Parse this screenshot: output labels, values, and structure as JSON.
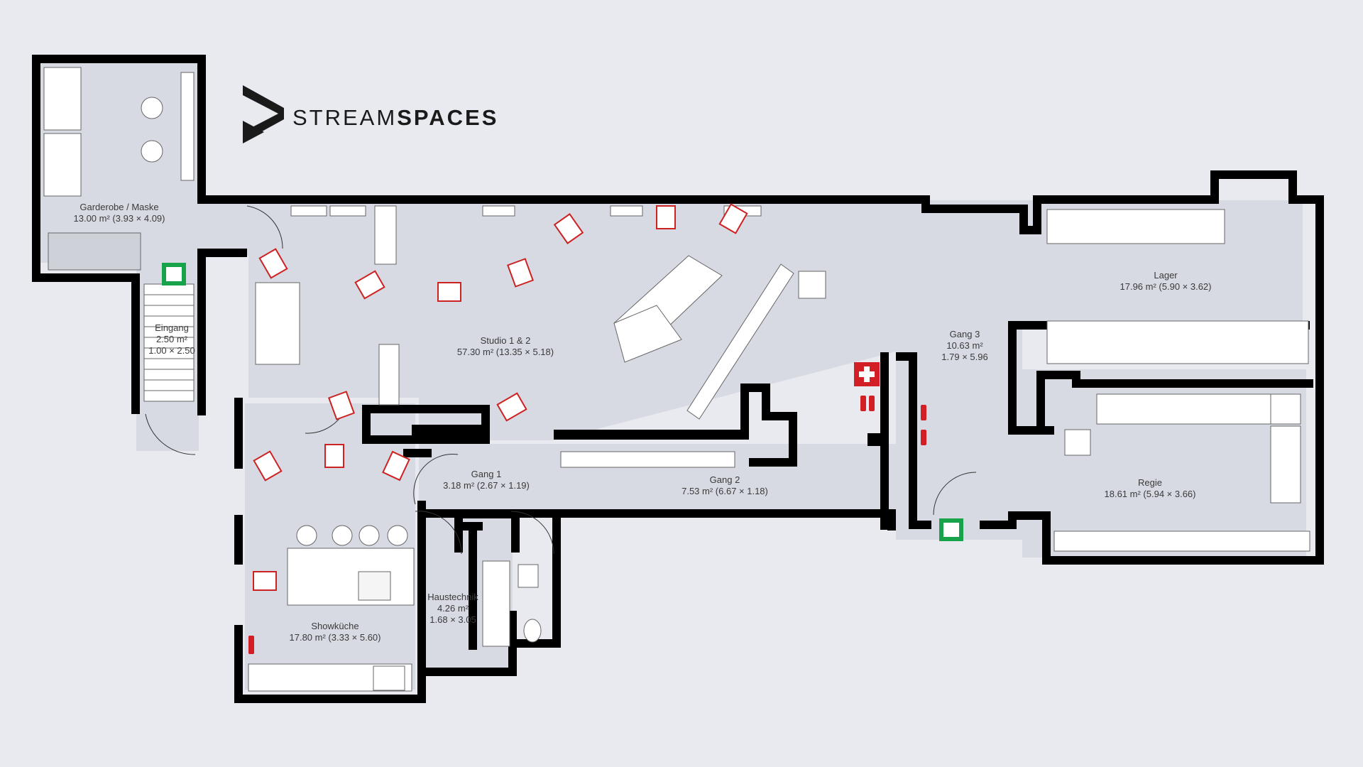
{
  "brand": {
    "name_light": "STREAM",
    "name_bold": "SPACES"
  },
  "colors": {
    "background": "#e8eaf0",
    "floor": "#d8dae3",
    "wall": "#000000",
    "furniture": "#ffffff",
    "light": "#cc2222",
    "exit_sign": "#16a34a",
    "first_aid": "#d21f26"
  },
  "icons": [
    "emergency-exit-icon",
    "first-aid-icon",
    "fire-extinguisher-icon",
    "studio-light-icon"
  ],
  "rooms": {
    "garderobe": {
      "name": "Garderobe / Maske",
      "area": "13.00 m² (3.93 × 4.09)"
    },
    "eingang": {
      "name": "Eingang",
      "area": "2.50 m²",
      "dims": "1.00 × 2.50"
    },
    "studio": {
      "name": "Studio 1 & 2",
      "area": "57.30 m² (13.35 × 5.18)"
    },
    "gang1": {
      "name": "Gang 1",
      "area": "3.18 m² (2.67 × 1.19)"
    },
    "gang2": {
      "name": "Gang 2",
      "area": "7.53 m² (6.67 × 1.18)"
    },
    "gang3": {
      "name": "Gang 3",
      "area": "10.63 m²",
      "dims": "1.79 × 5.96"
    },
    "lager": {
      "name": "Lager",
      "area": "17.96 m² (5.90 × 3.62)"
    },
    "regie": {
      "name": "Regie",
      "area": "18.61 m² (5.94 × 3.66)"
    },
    "showkueche": {
      "name": "Showküche",
      "area": "17.80 m² (3.33 × 5.60)"
    },
    "haustechnik": {
      "name": "Haustechnik",
      "area": "4.26 m²",
      "dims": "1.68 × 3.05"
    }
  }
}
